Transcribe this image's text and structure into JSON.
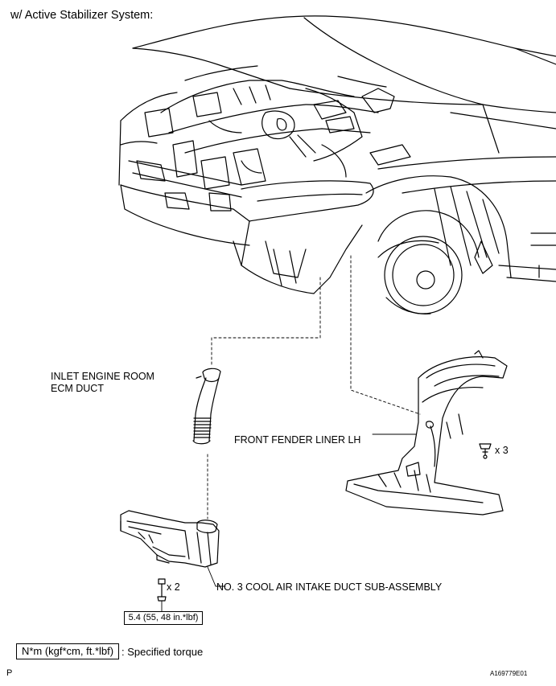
{
  "header": {
    "title": "w/ Active Stabilizer System:"
  },
  "labels": {
    "inlet_duct_line1": "INLET ENGINE ROOM",
    "inlet_duct_line2": "ECM DUCT",
    "fender_liner": "FRONT FENDER LINER LH",
    "fender_qty": "x 3",
    "cool_air_duct": "NO. 3 COOL AIR INTAKE DUCT SUB-ASSEMBLY",
    "bolt_qty": "x 2",
    "torque_value": "5.4 (55, 48 in.*lbf)"
  },
  "legend": {
    "box_text": "N*m (kgf*cm, ft.*lbf)",
    "description": ": Specified torque"
  },
  "footer": {
    "page_mark": "P",
    "illustration_code": "A169779E01"
  }
}
